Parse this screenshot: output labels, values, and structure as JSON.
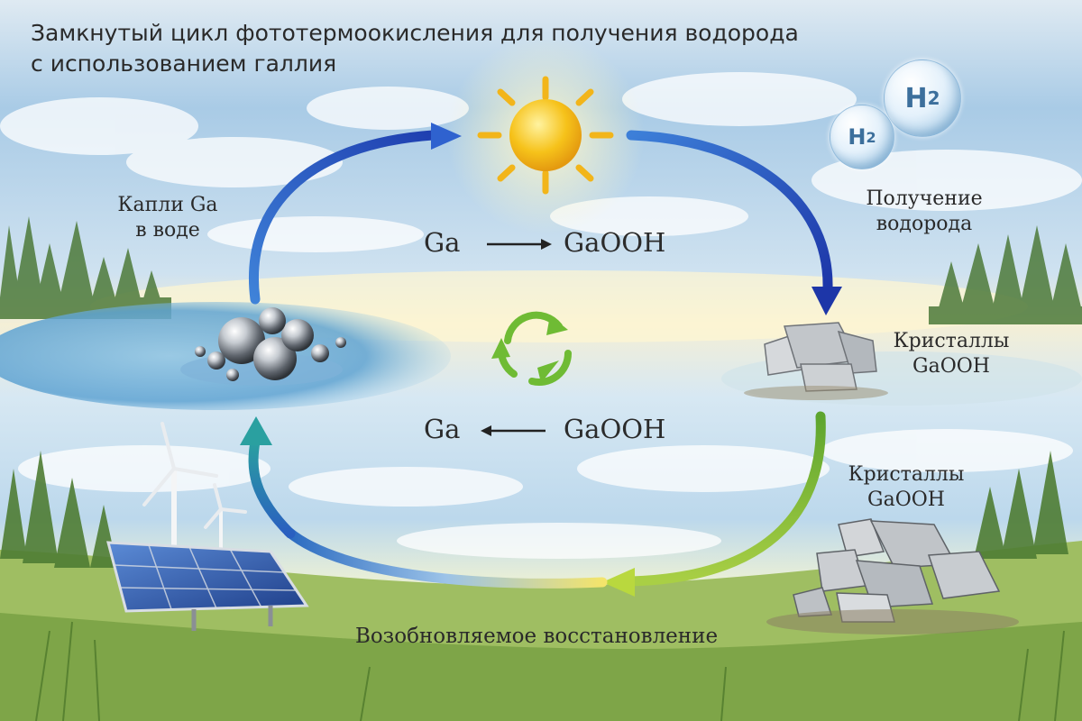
{
  "title": {
    "line1": "Замкнутый цикл фототермоокисления для получения водорода",
    "line2": "с использованием галлия"
  },
  "labels": {
    "ga_drops": {
      "line1": "Капли Ga",
      "line2": "в воде"
    },
    "hydrogen": {
      "line1": "Получение",
      "line2": "водорода"
    },
    "crystals_top": {
      "line1": "Кристаллы",
      "line2": "GaOOH"
    },
    "crystals_bottom": {
      "line1": "Кристаллы",
      "line2": "GaOOH"
    },
    "renewable": "Возобновляемое восстановление"
  },
  "equations": {
    "oxidation": {
      "left": "Ga",
      "right": "GaOOH"
    },
    "reduction": {
      "left": "Ga",
      "right": "GaOOH"
    }
  },
  "bubbles": [
    {
      "symbol": "H",
      "subscript": "2"
    },
    {
      "symbol": "H",
      "subscript": "2"
    }
  ],
  "colors": {
    "arrow_blue": "#2f5fc8",
    "arrow_green": "#6fb43a",
    "text_green": "#2f6e22",
    "sun": "#f6c21a"
  }
}
